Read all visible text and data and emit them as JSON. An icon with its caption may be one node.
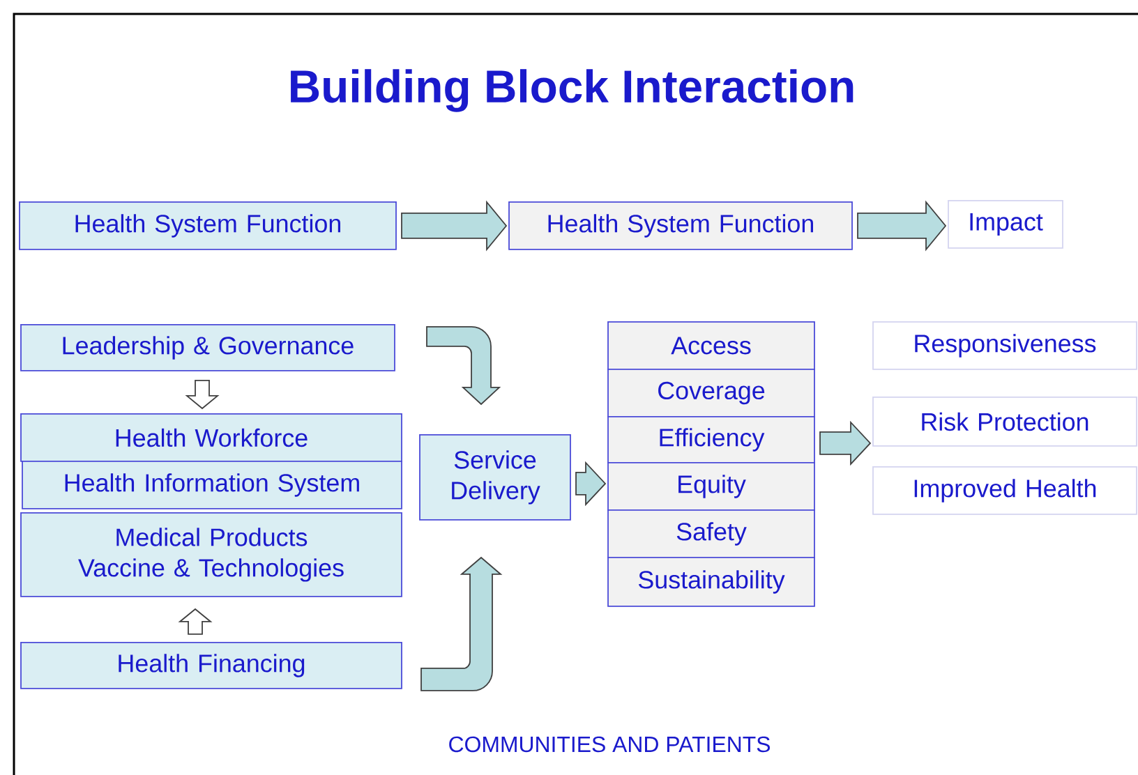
{
  "diagram": {
    "title": "Building Block Interaction",
    "nodes": [
      {
        "text": [
          "Health System Function"
        ]
      },
      {
        "text": [
          "Health System Function"
        ]
      },
      {
        "text": [
          "Impact"
        ]
      },
      {
        "text": [
          "Leadership & Governance"
        ]
      },
      {
        "text": [
          "Health Workforce"
        ]
      },
      {
        "text": [
          "Health Information System"
        ]
      },
      {
        "text": [
          "Medical Products Vaccine & Technologies"
        ]
      },
      {
        "text": [
          "Health Financing"
        ]
      },
      {
        "text": [
          "Service Delivery"
        ]
      },
      {
        "text": [
          "Access"
        ]
      },
      {
        "text": [
          "Coverage"
        ]
      },
      {
        "text": [
          "Efficiency"
        ]
      },
      {
        "text": [
          "Equity"
        ]
      },
      {
        "text": [
          "Safety"
        ]
      },
      {
        "text": [
          "Sustainability"
        ]
      },
      {
        "text": [
          "Responsiveness"
        ]
      },
      {
        "text": [
          "Risk Protection"
        ]
      },
      {
        "text": [
          "Improved Health"
        ]
      }
    ],
    "edges": [
      {
        "from": 0,
        "to": 1,
        "arrow": "to"
      },
      {
        "from": 1,
        "to": 2,
        "arrow": "to"
      },
      {
        "from": 3,
        "to": 4,
        "arrow": "to",
        "color": "#ffffff"
      },
      {
        "from": 7,
        "to": 6,
        "arrow": "to",
        "color": "#ffffff"
      },
      {
        "from": 3,
        "to": 8,
        "arrow": "to"
      },
      {
        "from": 7,
        "to": 8,
        "arrow": "to"
      },
      {
        "from": 8,
        "to": 12,
        "arrow": "to"
      },
      {
        "from": 11,
        "to": 16,
        "arrow": "to"
      }
    ],
    "labels": [
      "COMMUNITIES AND PATIENTS"
    ]
  }
}
